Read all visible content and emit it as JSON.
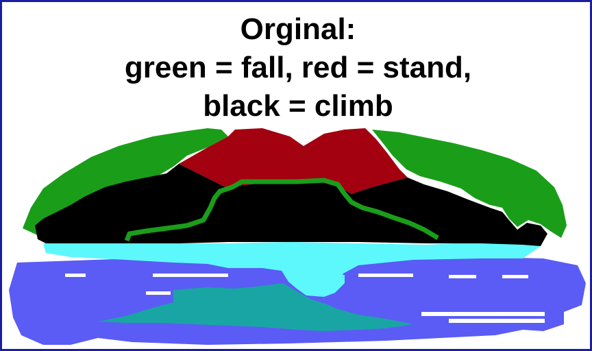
{
  "caption": {
    "line1": "Orginal:",
    "line2": "green = fall, red = stand,",
    "line3": "black = climb"
  },
  "legend_colors": {
    "fall": "#1a9e1a",
    "stand": "#a30010",
    "climb": "#000000"
  },
  "scene_colors": {
    "frame_border": "#1b1ea0",
    "water": "#5a5cf5",
    "shallow_water": "#5cf8fc",
    "reflection": "#1aa5a5",
    "highlights": "#ffffff"
  }
}
